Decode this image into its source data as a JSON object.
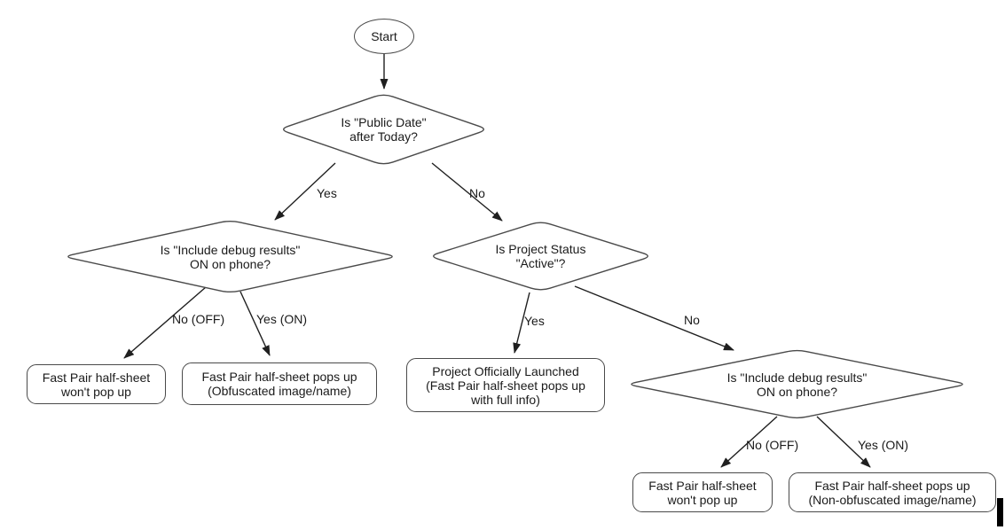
{
  "colors": {
    "shape_outline": "#4a4a4a",
    "arrow": "#1f1f1f",
    "text": "#1a1a1a",
    "background": "#ffffff"
  },
  "nodes": {
    "start": {
      "label": "Start"
    },
    "decision_public_date": {
      "label": "Is \"Public Date\"\nafter Today?"
    },
    "decision_debug_left": {
      "label": "Is \"Include debug results\"\nON on phone?"
    },
    "decision_project_status": {
      "label": "Is Project Status\n\"Active\"?"
    },
    "decision_debug_right": {
      "label": "Is \"Include debug results\"\nON on phone?"
    },
    "result_no_popup_left": {
      "label": "Fast Pair half-sheet\nwon't pop up"
    },
    "result_obfuscated": {
      "label": "Fast Pair half-sheet pops up\n(Obfuscated image/name)"
    },
    "result_launched": {
      "label": "Project Officially Launched\n(Fast Pair half-sheet pops up\nwith full info)"
    },
    "result_no_popup_right": {
      "label": "Fast Pair half-sheet\nwon't pop up"
    },
    "result_non_obfuscated": {
      "label": "Fast Pair half-sheet pops up\n(Non-obfuscated image/name)"
    }
  },
  "edge_labels": {
    "public_date_yes": "Yes",
    "public_date_no": "No",
    "debug_left_no": "No (OFF)",
    "debug_left_yes": "Yes (ON)",
    "project_status_yes": "Yes",
    "project_status_no": "No",
    "debug_right_no": "No (OFF)",
    "debug_right_yes": "Yes (ON)"
  }
}
